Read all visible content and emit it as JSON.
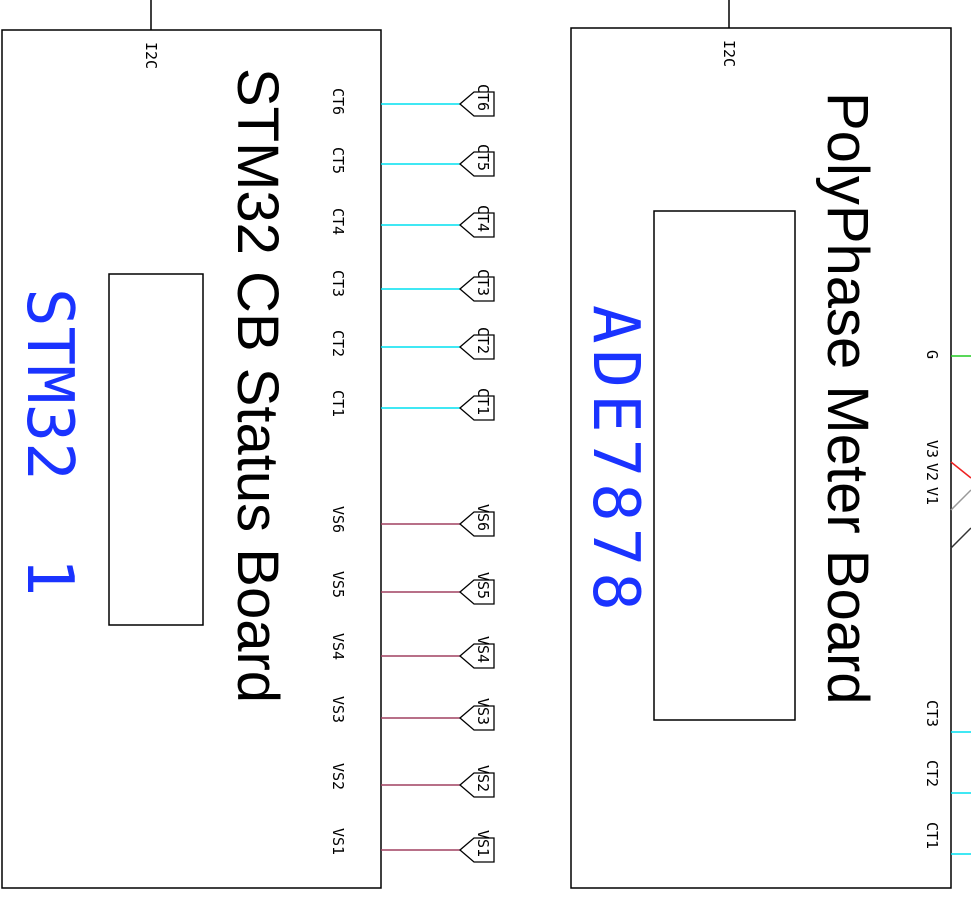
{
  "left_board": {
    "title": "STM32 CB Status Board",
    "chip_label": "STM32  1",
    "bus_label": "I2C",
    "ct_pins": [
      "CT6",
      "CT5",
      "CT4",
      "CT3",
      "CT2",
      "CT1"
    ],
    "vs_pins": [
      "VS6",
      "VS5",
      "VS4",
      "VS3",
      "VS2",
      "VS1"
    ],
    "ct_ports": [
      "CT6",
      "CT5",
      "CT4",
      "CT3",
      "CT2",
      "CT1"
    ],
    "vs_ports": [
      "VS6",
      "VS5",
      "VS4",
      "VS3",
      "VS2",
      "VS1"
    ]
  },
  "right_board": {
    "title": "PolyPhase Meter Board",
    "chip_label": "ADE7878",
    "bus_label": "I2C",
    "ground_pin": "G",
    "voltage_pins": [
      "V3",
      "V2",
      "V1"
    ],
    "ct_pins": [
      "CT3",
      "CT2",
      "CT1"
    ]
  },
  "colors": {
    "ct_wire": "#00e0f0",
    "vs_wire": "#a04060",
    "ground_wire": "#22cc22",
    "v3_wire": "#ee2222",
    "v2_wire": "#999999",
    "v1_wire": "#333333",
    "chip_text": "#1a33ff"
  }
}
